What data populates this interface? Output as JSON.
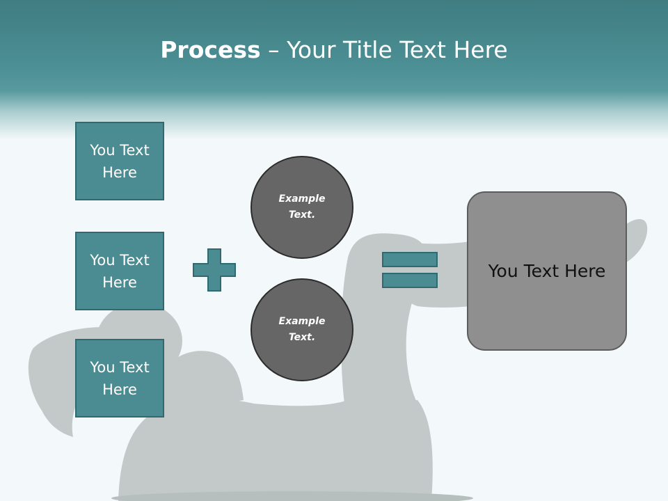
{
  "slide": {
    "title_bold": "Process",
    "title_rest": " – Your Title Text Here"
  },
  "left_boxes": [
    "You Text Here",
    "You Text Here",
    "You Text Here"
  ],
  "circles": [
    "Example Text.",
    "Example Text."
  ],
  "result_box": "You Text Here",
  "icons": {
    "plus": "plus-icon",
    "equals": "equals-icon"
  },
  "colors": {
    "header": "#4b8e93",
    "box_fill": "#4a8c92",
    "box_border": "#2f6a70",
    "circle_fill": "#666666",
    "result_fill": "#8f8f8f",
    "silhouette": "#c3c9c9"
  }
}
